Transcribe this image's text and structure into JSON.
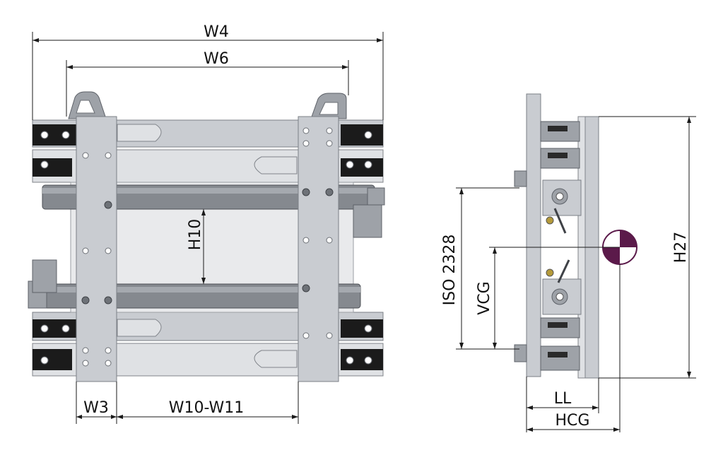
{
  "labels": {
    "w4": "W4",
    "w6": "W6",
    "h10": "H10",
    "w3": "W3",
    "w10_w11": "W10-W11",
    "iso": "ISO 2328",
    "vcg": "VCG",
    "h27": "H27",
    "ll": "LL",
    "hcg": "HCG"
  },
  "colors": {
    "cg_marker": "#5b1a4a",
    "steel": "#c9ccd1",
    "rail": "#1b1b1b"
  },
  "icons": {
    "center_of_gravity": "cg-marker-icon"
  }
}
